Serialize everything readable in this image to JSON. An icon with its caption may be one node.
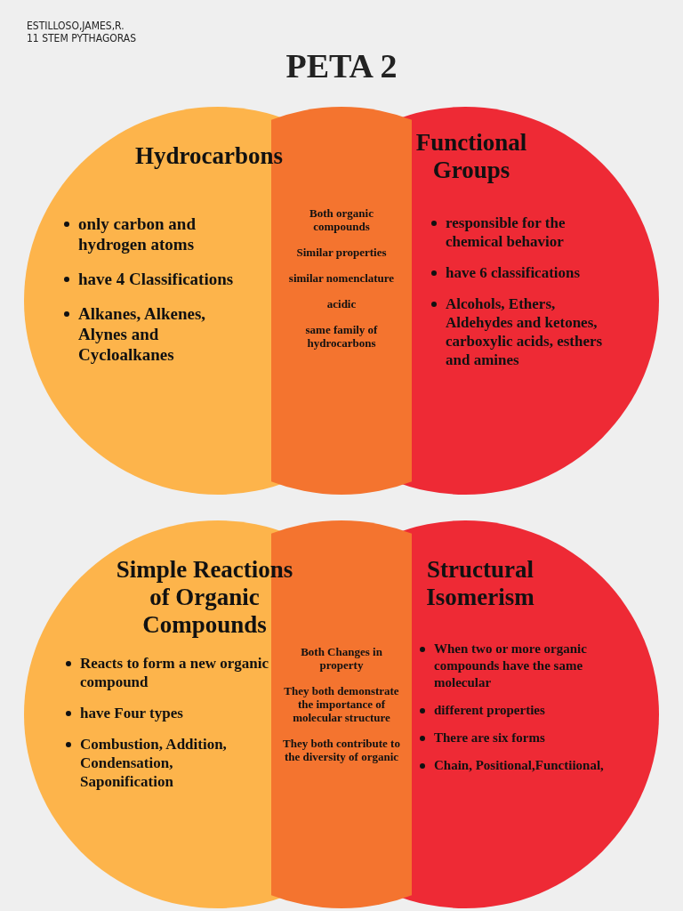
{
  "diagram": {
    "title": "PETA 2",
    "nodes": [
      {
        "text": [
          "Hydrocarbons",
          "only carbon and hydrogen atoms",
          "have 4 Classifications",
          "Alkanes, Alkenes, Alynes and Cycloalkanes"
        ]
      },
      {
        "text": [
          "Functional Groups",
          "responsible for the chemical behavior",
          "have 6 classifications",
          "Alcohols, Ethers, Aldehydes and ketones, carboxylic acids, esthers and amines"
        ]
      },
      {
        "text": [
          "Both organic compounds",
          "Similar properties",
          "similar nomenclature",
          "acidic",
          "same family of hydrocarbons"
        ]
      },
      {
        "text": [
          "Simple Reactions of Organic Compounds",
          "Reacts to form a new organic compound",
          "have Four types",
          "Combustion, Addition, Condensation, Saponification"
        ]
      },
      {
        "text": [
          "Structural Isomerism",
          "When two or more organic compounds have the same molecular",
          "different properties",
          "There are six forms",
          "Chain, Positional,Functiional,"
        ]
      },
      {
        "text": [
          "Both Changes in property",
          "They both demonstrate the importance of molecular structure",
          "They both contribute to the diversity of organic"
        ]
      }
    ],
    "labels": [
      "ESTILLOSO,JAMES,R.",
      "11 STEM PYTHAGORAS"
    ]
  }
}
